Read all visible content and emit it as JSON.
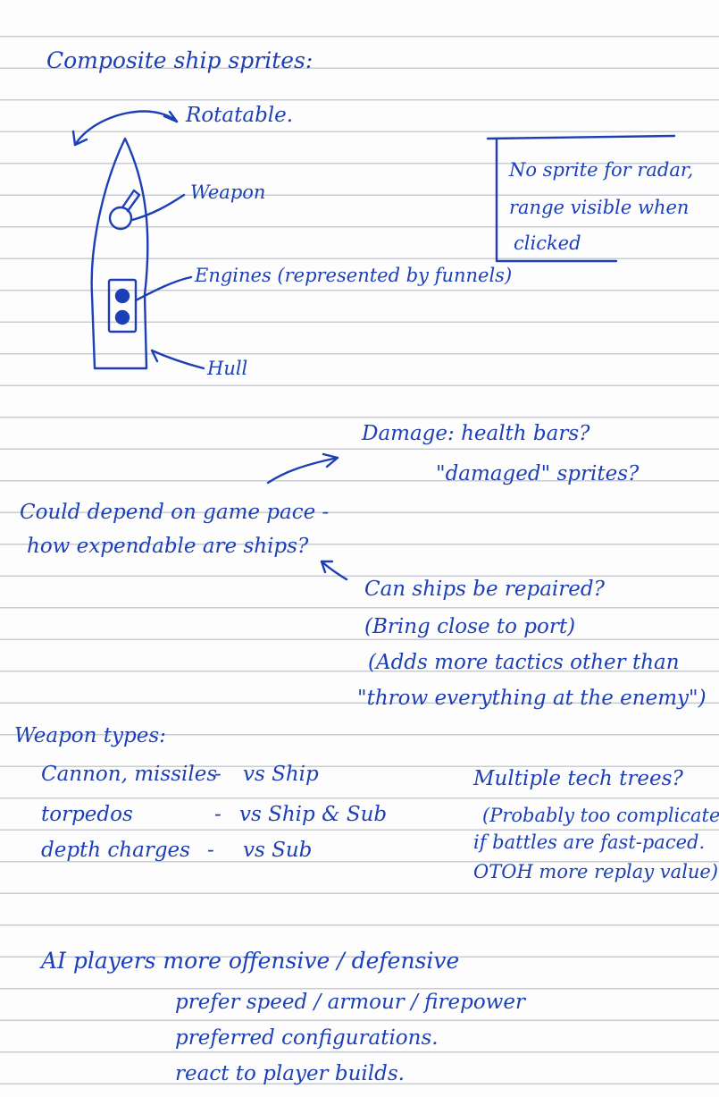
{
  "colors": {
    "ink": "#1c3fb6",
    "paper": "#fdfdfd",
    "rule_line": "#c9cdd3"
  },
  "icons": [
    "ship-hull-sketch",
    "weapon-turret-sketch",
    "funnel-sketch",
    "arrow-sketch",
    "bracket-sketch"
  ],
  "notes": {
    "title": "Composite ship sprites:",
    "rotatable": "Rotatable.",
    "labels": {
      "weapon": "Weapon",
      "engines": "Engines (represented by funnels)",
      "hull": "Hull"
    },
    "radar_box": [
      "No sprite for radar,",
      "range visible when",
      "clicked"
    ],
    "damage": {
      "line1": "Damage: health bars?",
      "line2": "\"damaged\" sprites?"
    },
    "pace": [
      "Could depend on game pace -",
      "how expendable are ships?"
    ],
    "repair": [
      "Can ships be repaired?",
      "(Bring close to port)",
      "(Adds more tactics other than",
      "\"throw everything at the enemy\")"
    ],
    "weapon_types": {
      "heading": "Weapon types:",
      "rows": [
        {
          "weapon": "Cannon, missiles",
          "dash": "-",
          "target": "vs Ship"
        },
        {
          "weapon": "torpedos",
          "dash": "-",
          "target": "vs Ship & Sub"
        },
        {
          "weapon": "depth charges",
          "dash": "-",
          "target": "vs Sub"
        }
      ]
    },
    "tech": [
      "Multiple tech trees?",
      "(Probably too complicated,",
      "if battles are fast-paced.",
      "OTOH more replay value)."
    ],
    "ai": [
      "AI players more offensive / defensive",
      "prefer speed / armour / firepower",
      "preferred configurations.",
      "react to player builds."
    ]
  }
}
